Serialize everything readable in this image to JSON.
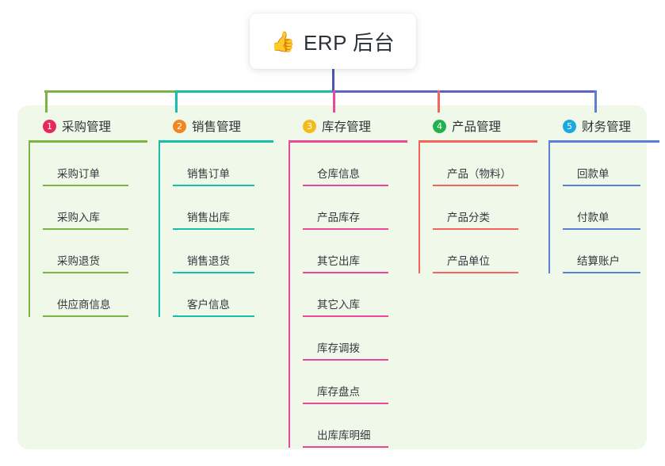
{
  "root": {
    "icon": "thumbs-up-icon",
    "emoji": "👍",
    "title": "ERP 后台"
  },
  "panel": {
    "background_color": "#eff8e9"
  },
  "connector_colors": {
    "root_stem": "#4b56b8",
    "bus_green": "#7cb342",
    "bus_teal": "#18bfa8",
    "bus_blue": "#5b63c4"
  },
  "columns": [
    {
      "number": "1",
      "title": "采购管理",
      "badge_color": "#e8285a",
      "line_color": "#7cb342",
      "drop_color": "#7cb342",
      "items": [
        "采购订单",
        "采购入库",
        "采购退货",
        "供应商信息"
      ]
    },
    {
      "number": "2",
      "title": "销售管理",
      "badge_color": "#f3861f",
      "line_color": "#18bfa8",
      "drop_color": "#18bfa8",
      "items": [
        "销售订单",
        "销售出库",
        "销售退货",
        "客户信息"
      ]
    },
    {
      "number": "3",
      "title": "库存管理",
      "badge_color": "#f5bb1d",
      "line_color": "#ec4899",
      "drop_color": "#ec4899",
      "items": [
        "仓库信息",
        "产品库存",
        "其它出库",
        "其它入库",
        "库存调拨",
        "库存盘点",
        "出库库明细"
      ]
    },
    {
      "number": "4",
      "title": "产品管理",
      "badge_color": "#22b14c",
      "line_color": "#f4645a",
      "drop_color": "#f4645a",
      "items": [
        "产品（物料）",
        "产品分类",
        "产品单位"
      ]
    },
    {
      "number": "5",
      "title": "财务管理",
      "badge_color": "#18a9e0",
      "line_color": "#5b7fd4",
      "drop_color": "#5b7fd4",
      "items": [
        "回款单",
        "付款单",
        "结算账户"
      ]
    }
  ]
}
